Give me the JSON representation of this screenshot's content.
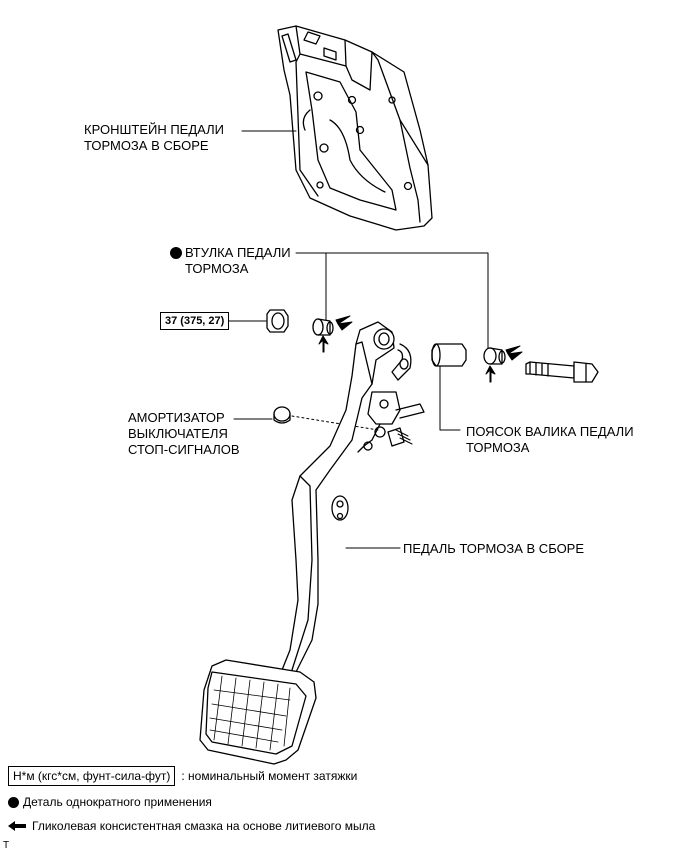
{
  "labels": {
    "bracket": [
      "КРОНШТЕЙН ПЕДАЛИ",
      "ТОРМОЗА В СБОРЕ"
    ],
    "bushing": [
      "ВТУЛКА ПЕДАЛИ",
      "ТОРМОЗА"
    ],
    "torque": "37 (375, 27)",
    "cushion": [
      "АМОРТИЗАТОР",
      "ВЫКЛЮЧАТЕЛЯ",
      "СТОП-СИГНАЛОВ"
    ],
    "collar": [
      "ПОЯСОК ВАЛИКА ПЕДАЛИ",
      "ТОРМОЗА"
    ],
    "pedal": "ПЕДАЛЬ ТОРМОЗА В СБОРЕ"
  },
  "legend": {
    "torque_unit": "Н*м (кгс*см, фунт-сила-фут)",
    "torque_desc": ": номинальный момент затяжки",
    "non_reusable": "Деталь однократного применения",
    "grease": "Гликолевая консистентная смазка на основе литиевого мыла"
  },
  "footer_mark": "T",
  "colors": {
    "line": "#000000",
    "fill": "#ffffff",
    "shade": "#d9d9d9"
  },
  "icons": {
    "non_reusable": "filled-circle-icon",
    "grease": "left-arrow-icon"
  }
}
